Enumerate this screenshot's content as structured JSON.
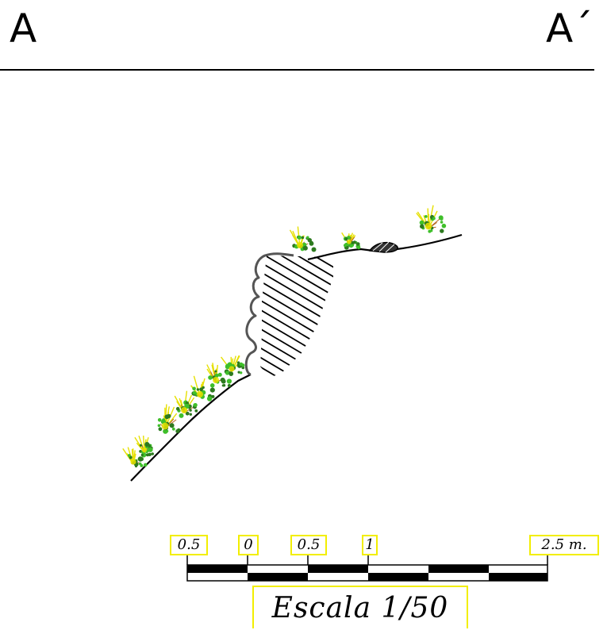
{
  "header": {
    "left_label": "A",
    "right_label": "A´"
  },
  "scale": {
    "ticks": [
      "0.5",
      "0",
      "0.5",
      "1",
      "2.5  m."
    ],
    "title": "Escala  1/50"
  },
  "colors": {
    "line": "#000000",
    "rock_outline": "#555555",
    "label_border": "#f2ee00",
    "vegetation_green": "#3fbf2a",
    "vegetation_dark": "#2d7a1f",
    "vegetation_yellow": "#e6e000",
    "vegetation_brown": "#b5651d"
  }
}
